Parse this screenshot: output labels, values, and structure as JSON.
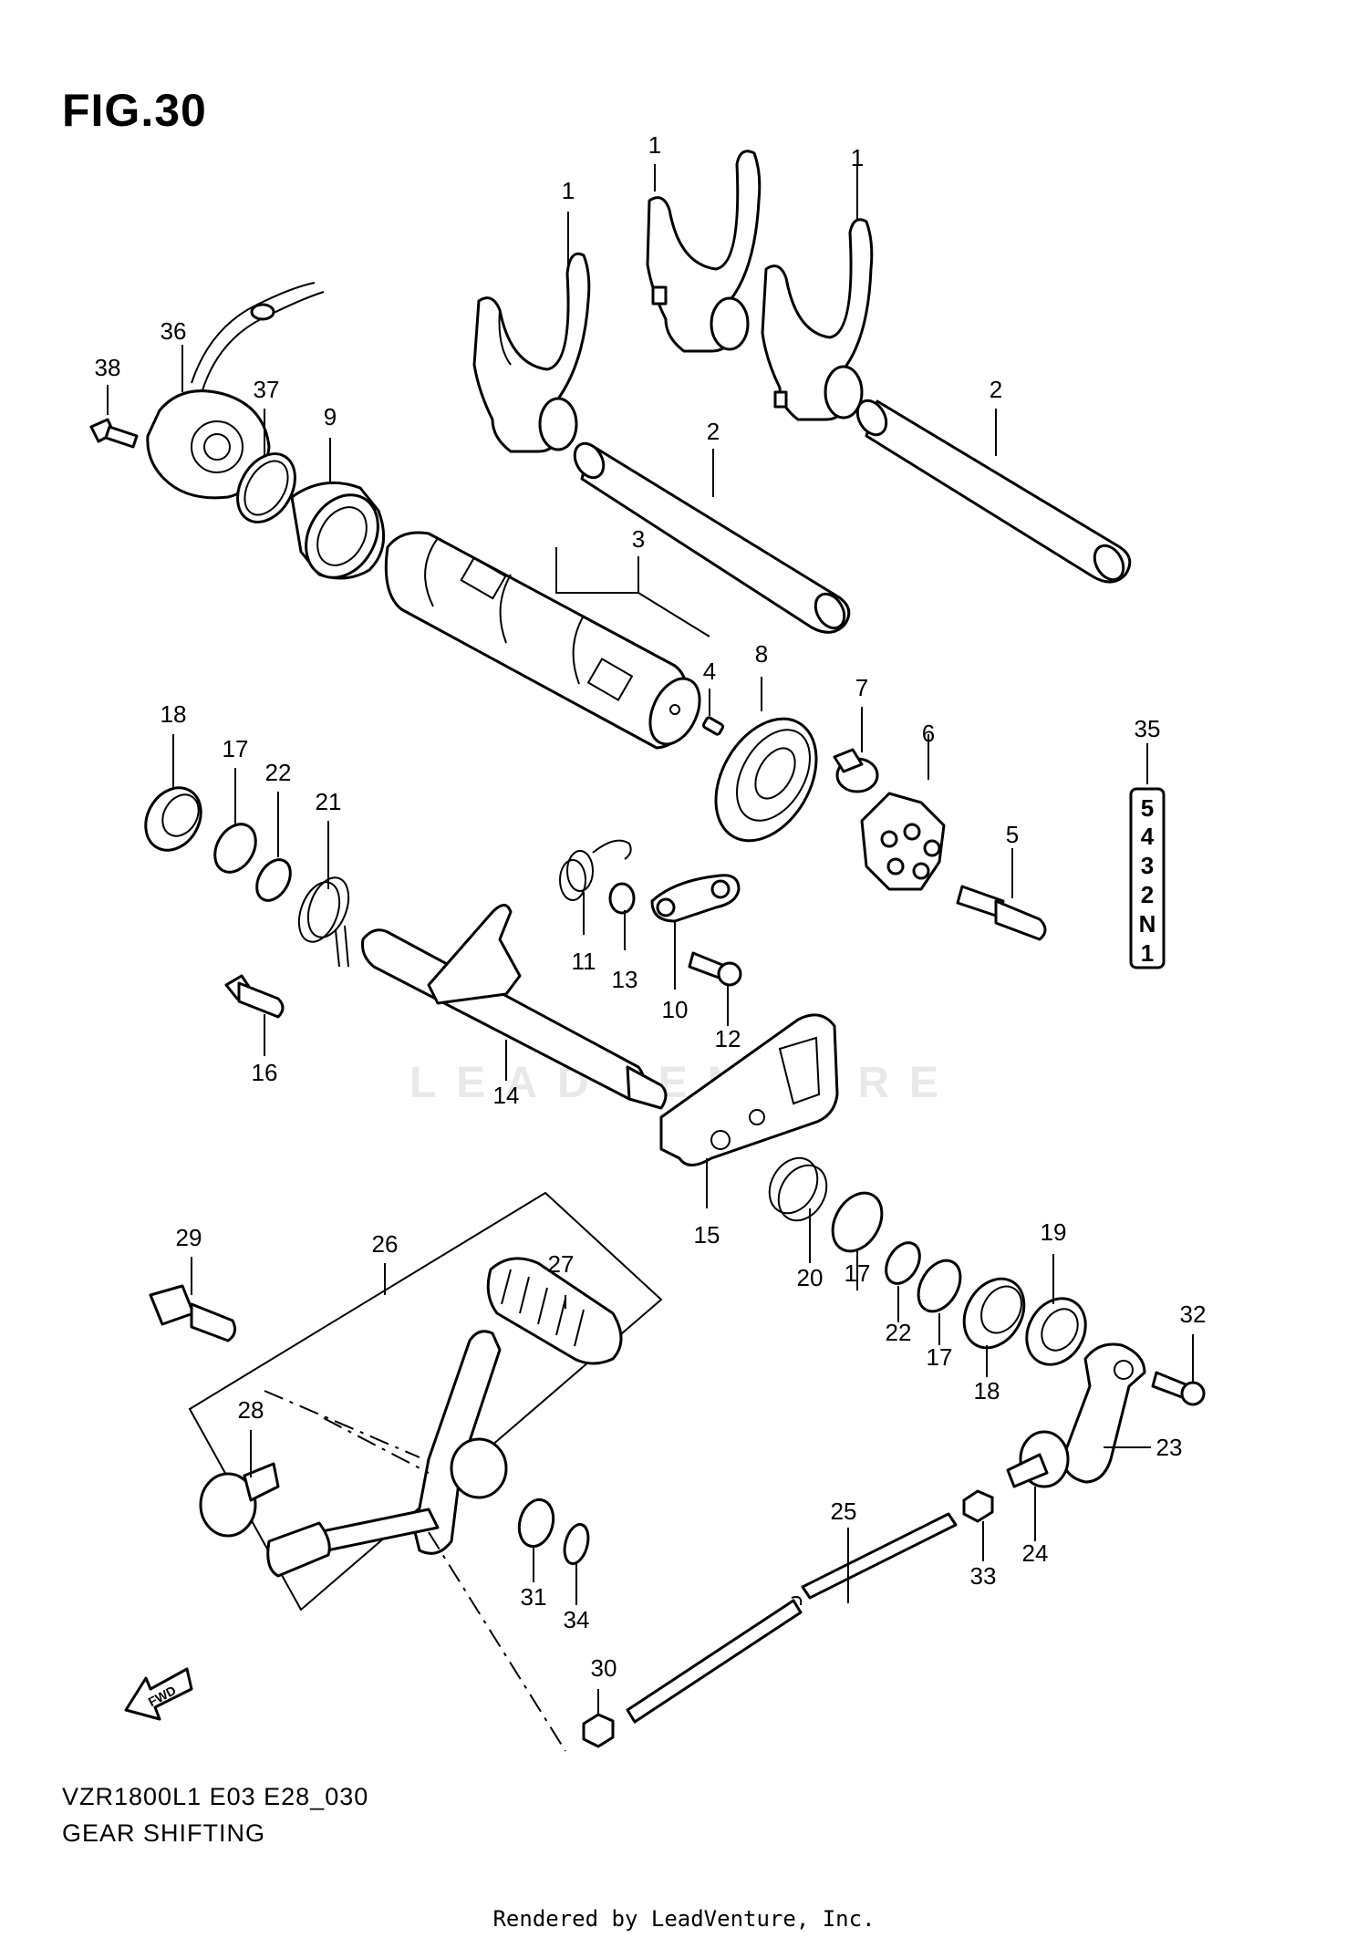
{
  "figure_title": "FIG.30",
  "caption_model": "VZR1800L1 E03 E28_030",
  "caption_name": "GEAR SHIFTING",
  "render_credit": "Rendered by LeadVenture, Inc.",
  "watermark": "LEADVENTURE",
  "fwd_label": "FWD",
  "gear_indicator": [
    "5",
    "4",
    "3",
    "2",
    "N",
    "1"
  ],
  "callouts": {
    "c1a": "1",
    "c1b": "1",
    "c1c": "1",
    "c2a": "2",
    "c2b": "2",
    "c3": "3",
    "c4": "4",
    "c5": "5",
    "c6": "6",
    "c7": "7",
    "c8": "8",
    "c9": "9",
    "c10": "10",
    "c11": "11",
    "c12": "12",
    "c13": "13",
    "c14": "14",
    "c15": "15",
    "c16": "16",
    "c17a": "17",
    "c17b": "17",
    "c17c": "17",
    "c18a": "18",
    "c18b": "18",
    "c19": "19",
    "c20": "20",
    "c21": "21",
    "c22a": "22",
    "c22b": "22",
    "c23": "23",
    "c24": "24",
    "c25": "25",
    "c26": "26",
    "c27": "27",
    "c28": "28",
    "c29": "29",
    "c30": "30",
    "c31": "31",
    "c32": "32",
    "c33": "33",
    "c34": "34",
    "c35": "35",
    "c36": "36",
    "c37": "37",
    "c38": "38"
  }
}
